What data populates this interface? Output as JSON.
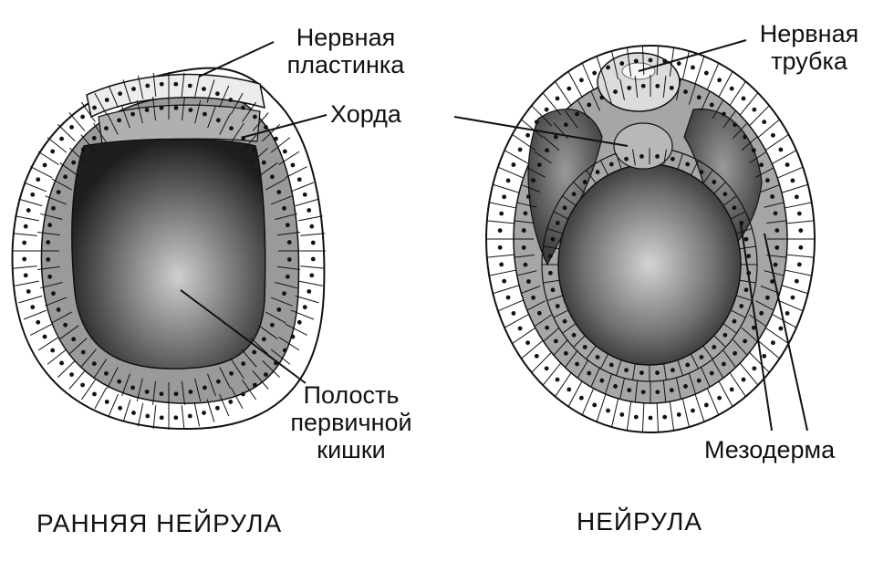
{
  "left_panel": {
    "caption": "РАННЯЯ НЕЙРУЛА",
    "labels": {
      "neural_plate_line1": "Нервная",
      "neural_plate_line2": "пластинка",
      "chord": "Хорда",
      "cavity_line1": "Полость",
      "cavity_line2": "первичной",
      "cavity_line3": "кишки"
    }
  },
  "right_panel": {
    "caption": "НЕЙРУЛА",
    "labels": {
      "neural_tube_line1": "Нервная",
      "neural_tube_line2": "трубка",
      "mesoderm": "Мезодерма"
    }
  },
  "colors": {
    "ink": "#111111",
    "ectoderm": "#ffffff",
    "mesoderm": "#a6a6a6",
    "endoderm": "#8c8c8c",
    "cavity_light": "#cfcfcf",
    "cavity_dark": "#1e1e1e"
  }
}
